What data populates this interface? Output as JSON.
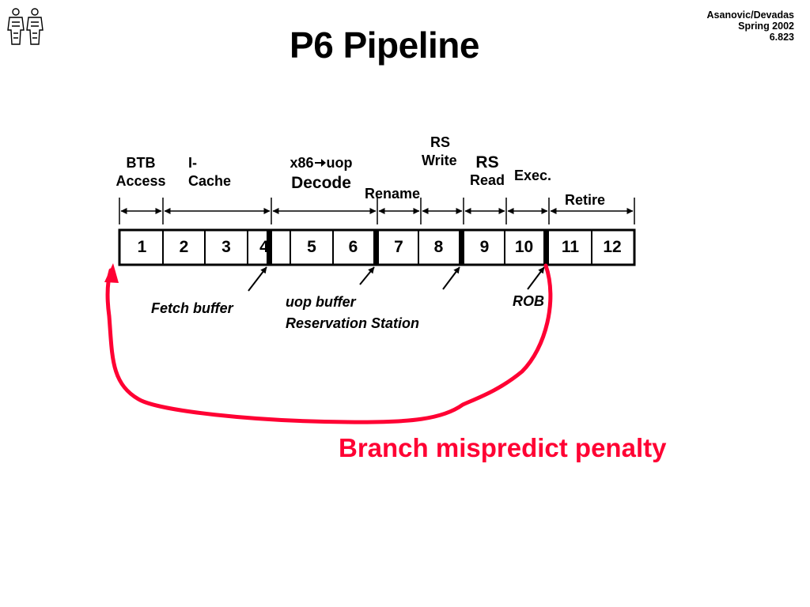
{
  "header": {
    "title": "P6 Pipeline",
    "authors": "Asanovic/Devadas",
    "term": "Spring 2002",
    "course": "6.823",
    "logo_icon": "mit-figures-logo-icon"
  },
  "pipeline": {
    "stage_labels": {
      "btb_line1": "BTB",
      "btb_line2": "Access",
      "icache_line1": "I-",
      "icache_line2": "Cache",
      "decode_line1_pre": "x86",
      "decode_line1_post": "uop",
      "decode_line2": "Decode",
      "rename": "Rename",
      "rs_write_line1": "RS",
      "rs_write_line2": "Write",
      "rs_read_line1": "RS",
      "rs_read_line2": "Read",
      "exec": "Exec.",
      "retire": "Retire"
    },
    "stages": [
      "1",
      "2",
      "3",
      "4",
      "5",
      "6",
      "7",
      "8",
      "9",
      "10",
      "11",
      "12"
    ],
    "buffers": {
      "fetch": "Fetch buffer",
      "uop": "uop buffer",
      "rs": "Reservation Station",
      "rob": "ROB"
    },
    "penalty_label": "Branch mispredict penalty",
    "penalty_color": "#ff0033"
  }
}
